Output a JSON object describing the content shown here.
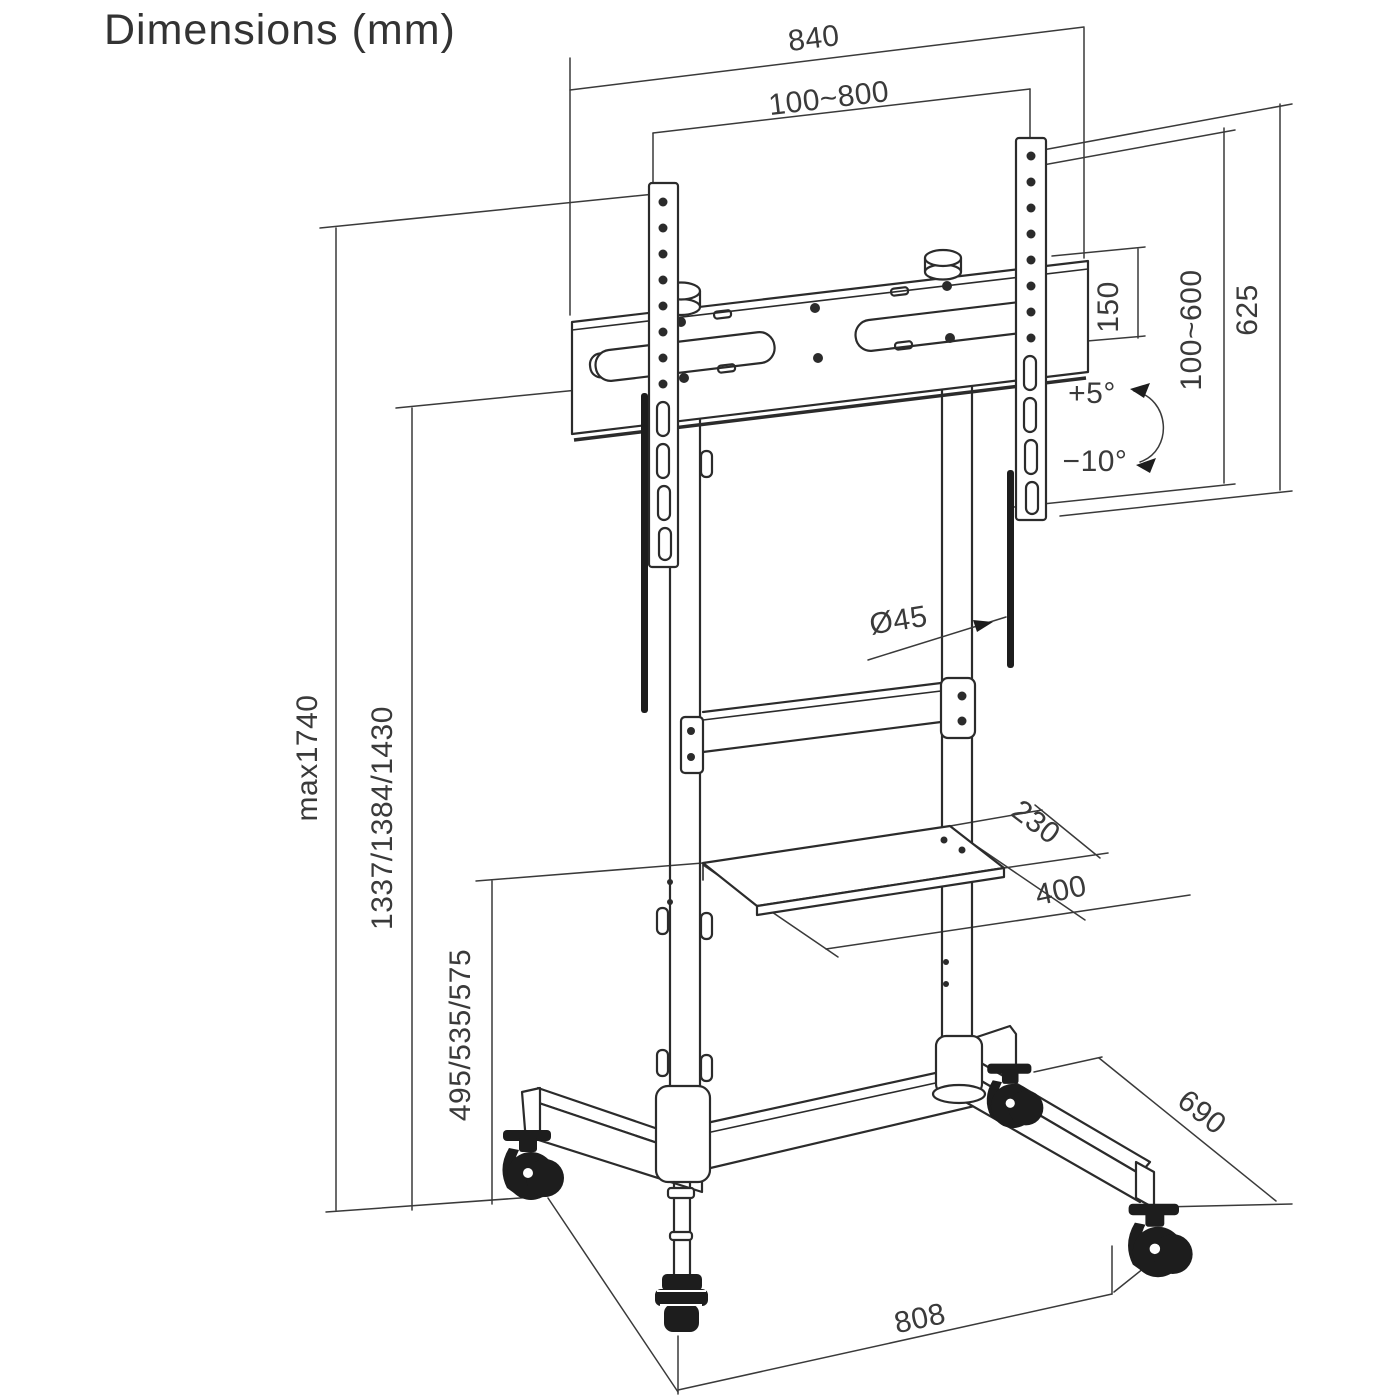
{
  "title": "Dimensions (mm)",
  "drawing": {
    "type": "technical-line-drawing",
    "subject": "mobile TV floor stand on casters with tilting VESA mount and shelf"
  },
  "labels": {
    "overall_width": "840",
    "vesa_width_range": "100~800",
    "bracket_plate_height": "150",
    "vesa_height_range": "100~600",
    "mount_head_height": "625",
    "tilt_up": "+5°",
    "tilt_down": "−10°",
    "column_diameter": "Ø45",
    "max_total_height": "max1740",
    "screen_center_heights": "1337/1384/1430",
    "shelf_depth": "230",
    "shelf_width": "400",
    "shelf_heights": "495/535/575",
    "base_depth": "690",
    "base_width": "808"
  }
}
